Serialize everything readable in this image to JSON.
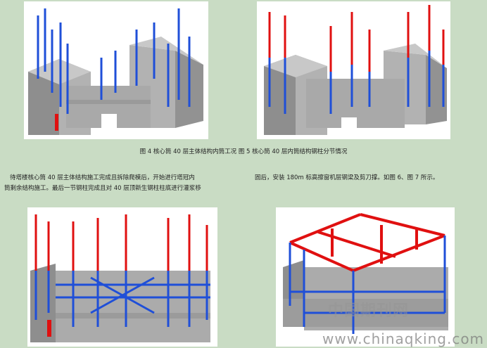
{
  "caption": "图 4  核心筒 40 层主体结构内筒工况    图 5  核心筒 40 层内筒结构钢柱分节情况",
  "paragraph_left": [
    "待塔楼核心筒 40 层主体结构施工完成且拆除爬模后，开始进行塔冠内",
    "筒剩余结构施工。最后一节钢柱完成且对 40 层顶新生钢柱柱底进行灌浆移"
  ],
  "paragraph_right": "固后，安装 180m 标高擦窗机层钢梁及剪刀撑。如图 6、图 7 所示。",
  "watermark": {
    "cn": "中国期刊网",
    "url": "www.chinaqking.com"
  },
  "colors": {
    "background": "#c9dcc4",
    "steel_blue": "#1f4fd8",
    "steel_red": "#e01010",
    "concrete": "#a8a8a8"
  }
}
